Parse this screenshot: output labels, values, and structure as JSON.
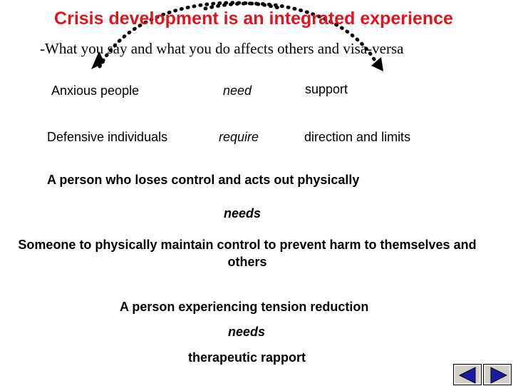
{
  "title": "Crisis development is an integrated experience",
  "subtitle": "-What you say and what you do affects others and visa-versa",
  "rows": [
    {
      "who": "Anxious people",
      "verb": "need",
      "what": "support"
    },
    {
      "who": "Defensive individuals",
      "verb": "require",
      "what": "direction and limits"
    }
  ],
  "block1": {
    "subject": "A person who loses control and acts out physically",
    "verb": "needs",
    "object": "Someone to physically maintain control to prevent harm to themselves and others"
  },
  "block2": {
    "subject": "A person experiencing tension reduction",
    "verb": "needs",
    "object": "therapeutic rapport"
  },
  "nav": {
    "icons": [
      "nav-back-icon",
      "nav-forward-icon"
    ]
  },
  "colors": {
    "title": "#e0141e",
    "nav_button": "#d4d0c8",
    "nav_arrow": "#1a1aa6"
  }
}
